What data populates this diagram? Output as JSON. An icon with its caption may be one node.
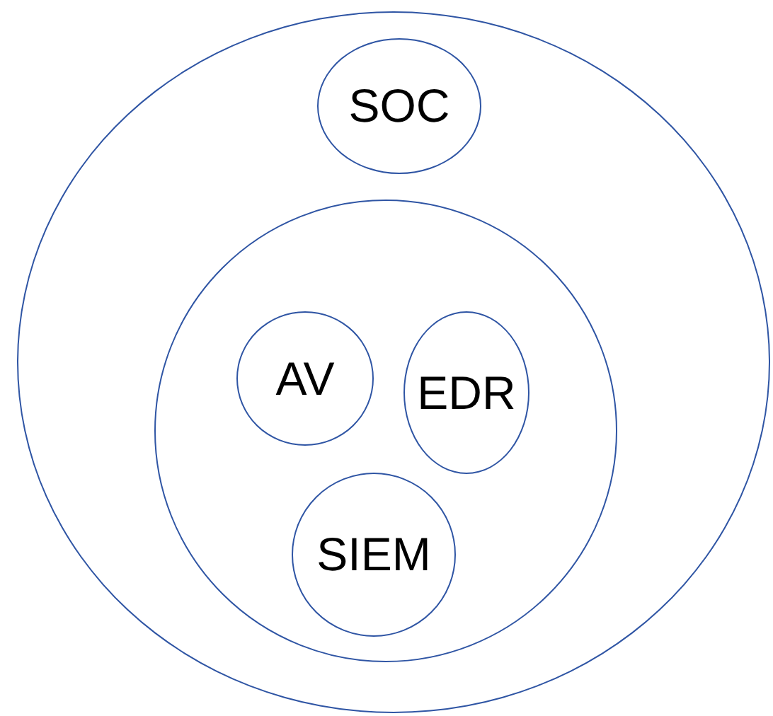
{
  "diagram": {
    "nodes": [
      {
        "text": [],
        "shape": "ellipse"
      },
      {
        "text": [
          "SOC"
        ],
        "in": 0
      },
      {
        "text": [],
        "shape": "circle",
        "in": 0
      },
      {
        "text": [
          "AV"
        ],
        "in": 2
      },
      {
        "text": [
          "EDR"
        ],
        "in": 2
      },
      {
        "text": [
          "SIEM"
        ],
        "in": 2
      }
    ]
  }
}
